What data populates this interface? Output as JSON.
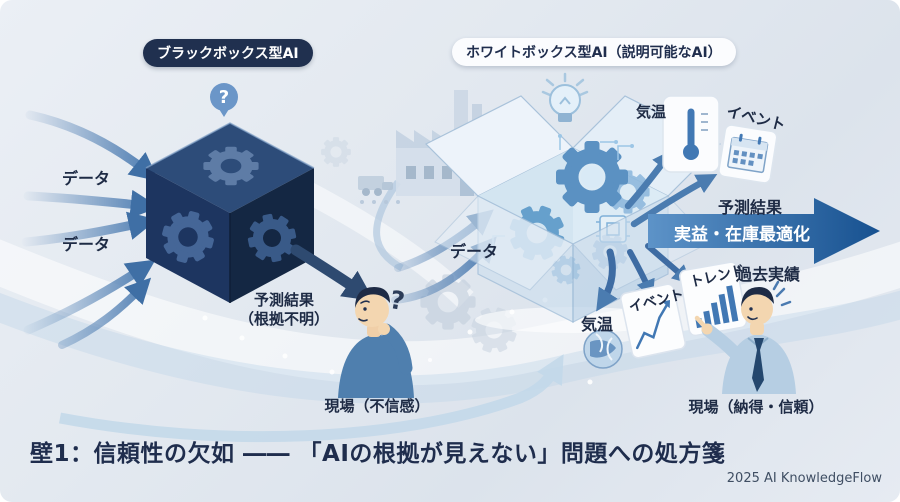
{
  "header": {
    "blackbox_label": "ブラックボックス型AI",
    "whitebox_label": "ホワイトボックス型AI（説明可能なAI）"
  },
  "blackbox": {
    "question_badge": "?",
    "input_label_1": "データ",
    "input_label_2": "データ",
    "output_line1": "予測結果",
    "output_line2": "（根拠不明）",
    "person_question": "?",
    "field_label": "現場（不信感）"
  },
  "whitebox": {
    "input_label": "データ",
    "temp_top_label": "気温",
    "event_top_label": "イベント",
    "result_label": "予測結果",
    "impact_label": "実益・在庫最適化",
    "history_label": "過去実績",
    "trend_label": "トレンド",
    "event_bottom_label": "イベント",
    "temp_bottom_label": "気温",
    "field_label": "現場（納得・信頼）"
  },
  "footer": {
    "title": "壁1：信頼性の欠如 ―― 「AIの根拠が見えない」問題への処方箋",
    "credit": "2025 AI KnowledgeFlow"
  },
  "colors": {
    "accent_dark": "#1f2d4d",
    "arrow_blue": "#4a7ab0",
    "big_arrow": "#1c5693",
    "cube_face": "#203a61",
    "background": "#e3e9f0"
  }
}
